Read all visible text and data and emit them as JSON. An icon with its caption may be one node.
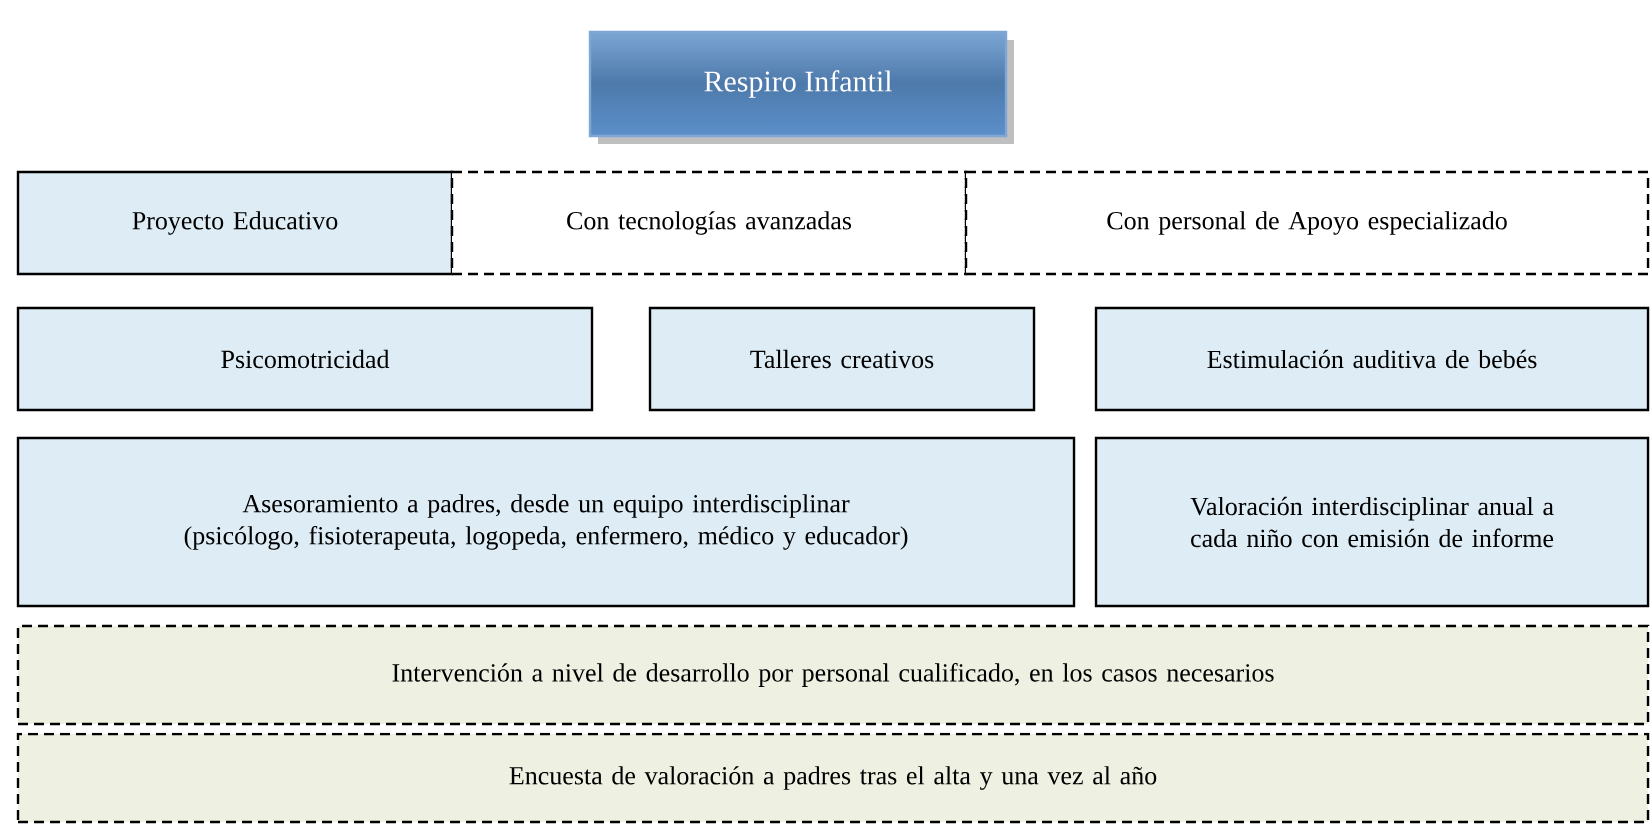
{
  "diagram": {
    "title": "Respiro Infantil",
    "nodes": [
      {
        "text": [
          "Proyecto Educativo"
        ]
      },
      {
        "text": [
          "Con tecnologías avanzadas"
        ]
      },
      {
        "text": [
          "Con personal de Apoyo especializado"
        ]
      },
      {
        "text": [
          "Psicomotricidad"
        ]
      },
      {
        "text": [
          "Talleres creativos"
        ]
      },
      {
        "text": [
          "Estimulación auditiva de bebés"
        ]
      },
      {
        "text": [
          "Asesoramiento a padres, desde un equipo interdisciplinar (psicólogo, fisioterapeuta, logopeda, enfermero, médico y educador)"
        ]
      },
      {
        "text": [
          "Valoración interdisciplinar anual a cada niño con emisión de informe"
        ]
      },
      {
        "text": [
          "Intervención a nivel de desarrollo por personal cualificado, en los casos necesarios"
        ]
      },
      {
        "text": [
          "Encuesta de valoración a padres tras el alta y una vez al año"
        ]
      }
    ]
  }
}
